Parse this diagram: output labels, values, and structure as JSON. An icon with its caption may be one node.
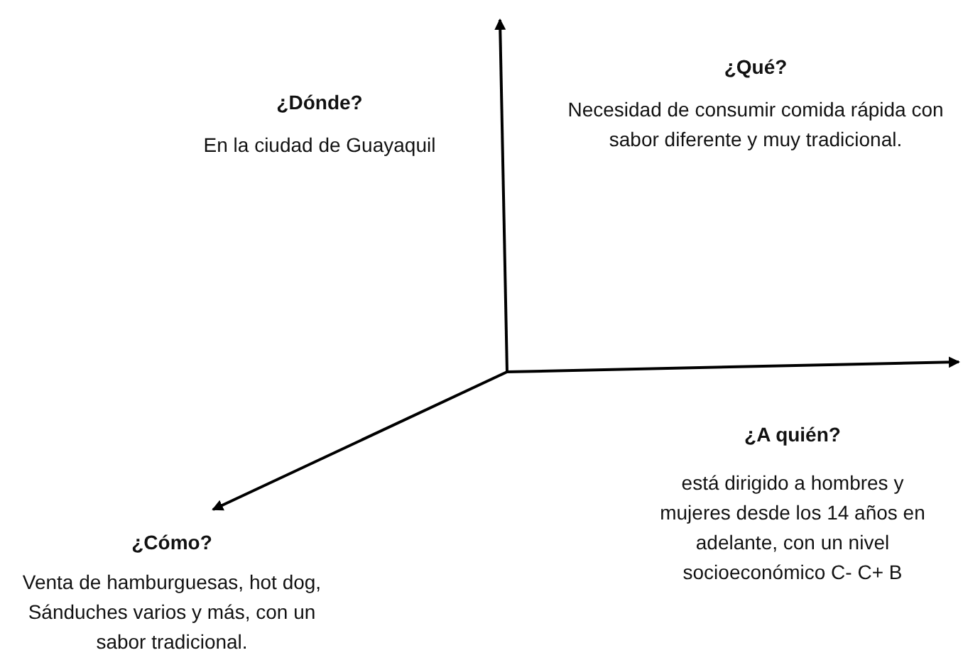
{
  "diagram": {
    "labels": [
      "¿Qué?",
      "Necesidad de consumir comida rápida con sabor diferente y muy tradicional.",
      "¿Dónde?",
      "En la ciudad de Guayaquil",
      "¿A quién?",
      "está dirigido a hombres y mujeres desde los 14 años en adelante, con un nivel socioeconómico C- C+ B",
      "¿Cómo?",
      "Venta de hamburguesas, hot dog, Sánduches varios y más, con un sabor tradicional."
    ]
  }
}
